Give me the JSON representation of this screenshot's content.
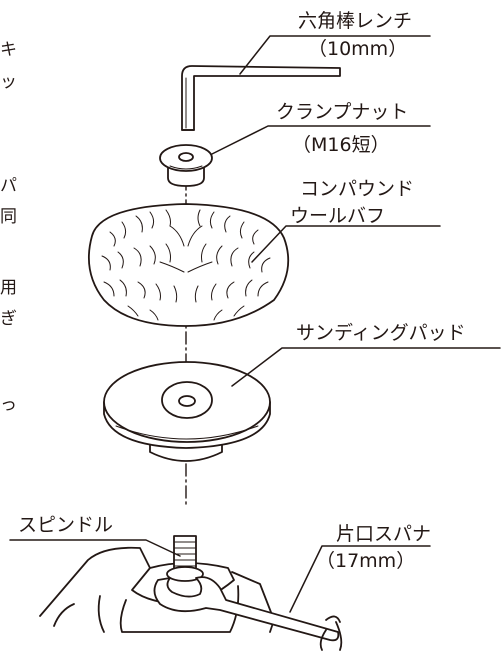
{
  "labels": {
    "hex_wrench": "六角棒レンチ",
    "hex_wrench_size": "（10mm）",
    "clamp_nut": "クランプナット",
    "clamp_nut_size": "（M16短）",
    "compound_wool_buff_line1": "コンパウンド",
    "compound_wool_buff_line2": "ウールバフ",
    "sanding_pad": "サンディングパッド",
    "spindle": "スピンドル",
    "spanner": "片口スパナ",
    "spanner_size": "（17mm）"
  },
  "margin_text": [
    "キ",
    "ッ",
    "パ",
    "同",
    "用",
    "ぎ",
    "っ"
  ],
  "colors": {
    "ink": "#231815",
    "background": "#ffffff"
  }
}
